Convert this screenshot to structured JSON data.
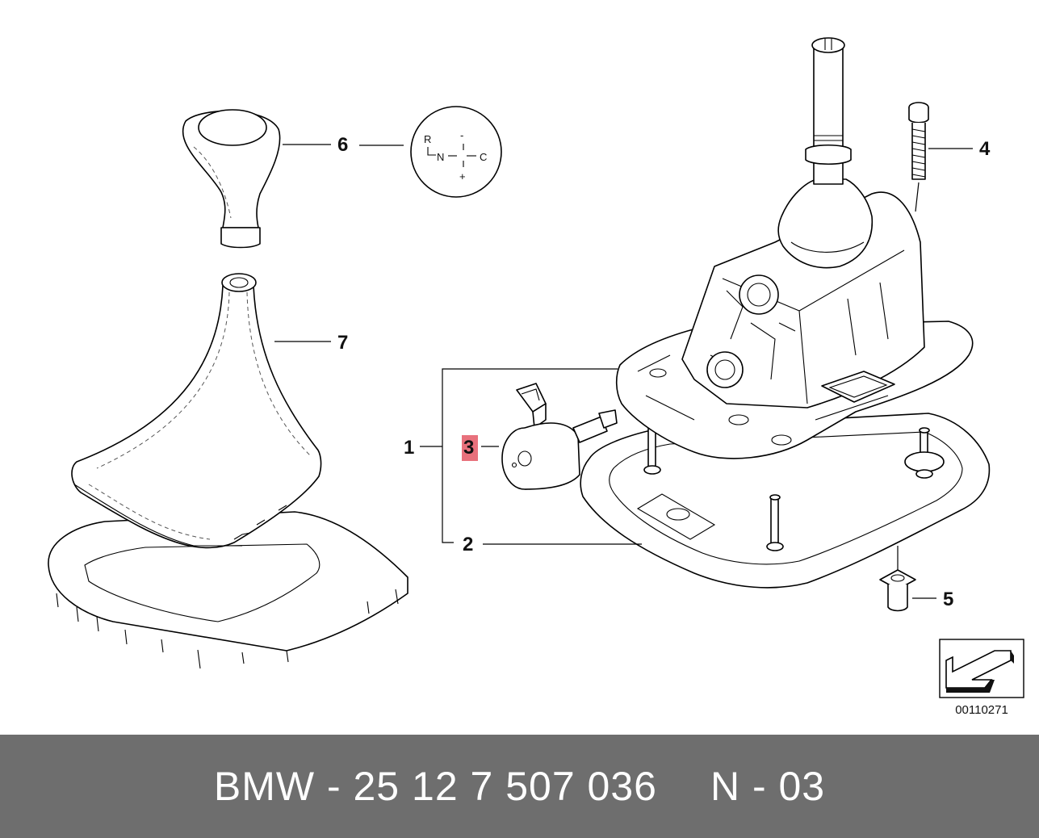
{
  "diagram": {
    "callouts": {
      "c1": "1",
      "c2": "2",
      "c3": "3",
      "c4": "4",
      "c5": "5",
      "c6": "6",
      "c7": "7"
    },
    "highlighted_callout": "3",
    "highlight_color": "#e8717c",
    "shift_pattern": {
      "reverse": "R",
      "neutral": "N",
      "minus": "-",
      "plus": "+",
      "manual": "C"
    },
    "image_number": "00110271"
  },
  "footer": {
    "brand": "BMW",
    "part_number": "BMW - 25 12 7 507 036",
    "position": "N - 03",
    "background": "#6e6e6e"
  }
}
